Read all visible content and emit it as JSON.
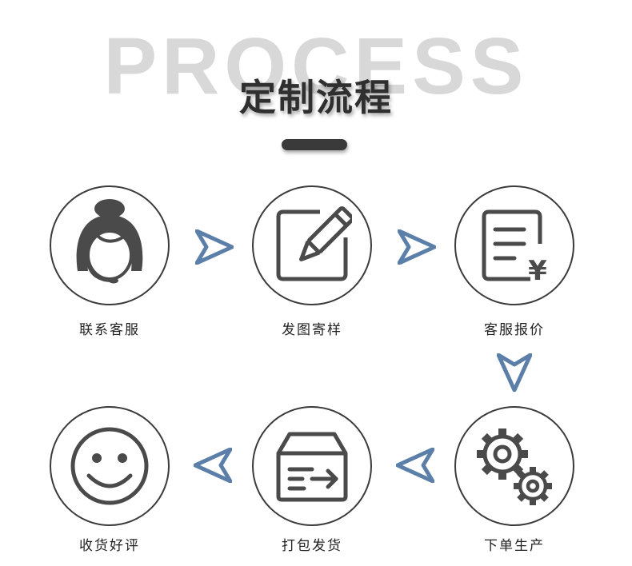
{
  "header": {
    "bg_word": "PROCESS",
    "title": "定制流程"
  },
  "steps": [
    {
      "label": "联系客服",
      "icon": "customer-service-icon"
    },
    {
      "label": "发图寄样",
      "icon": "edit-pencil-icon"
    },
    {
      "label": "客服报价",
      "icon": "quote-document-icon"
    },
    {
      "label": "下单生产",
      "icon": "gears-icon"
    },
    {
      "label": "打包发货",
      "icon": "package-icon"
    },
    {
      "label": "收货好评",
      "icon": "smiley-icon"
    }
  ],
  "colors": {
    "accent": "#5b7fa8",
    "icon": "#4a4a4a",
    "outline": "#3b3b3b"
  },
  "quote_symbol": "¥"
}
